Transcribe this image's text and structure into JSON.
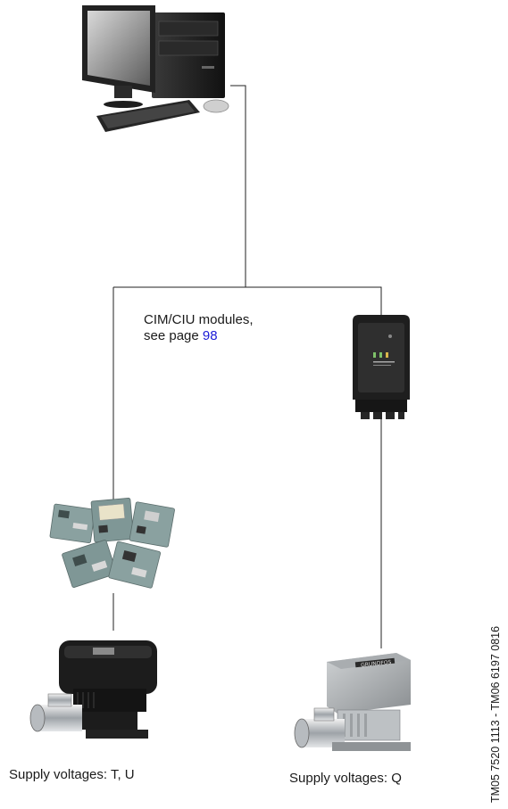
{
  "annotation": {
    "line1": "CIM/CIU modules,",
    "line2_prefix": "see page ",
    "page_link": "98"
  },
  "left_caption": "Supply voltages: T, U",
  "right_caption": "Supply voltages: Q",
  "figure_code": "TM05 7520 1113 - TM06 6197 0816",
  "colors": {
    "link": "#1a1ad6",
    "line": "#222222",
    "pump_body": "#1c1c1c",
    "steel": "#bfc3c7"
  }
}
